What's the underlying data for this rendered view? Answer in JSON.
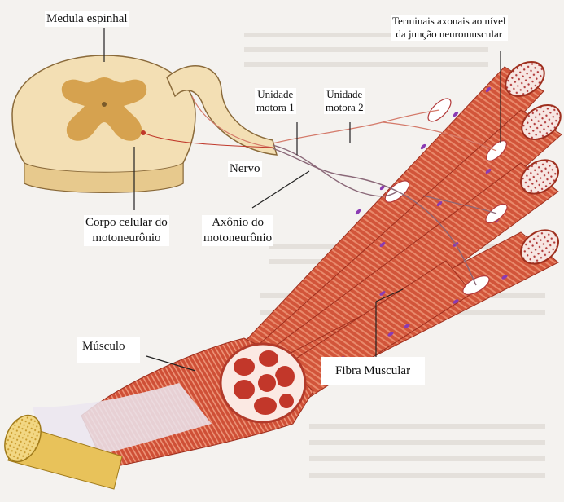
{
  "labels": {
    "spinal_cord": "Medula espinhal",
    "axon_terminals": {
      "line1": "Terminais axonais ao nível",
      "line2": "da junção neuromuscular"
    },
    "motor_unit_1": {
      "line1": "Unidade",
      "line2": "motora 1"
    },
    "motor_unit_2": {
      "line1": "Unidade",
      "line2": "motora 2"
    },
    "nerve": "Nervo",
    "cell_body": {
      "line1": "Corpo celular do",
      "line2": "motoneurônio"
    },
    "axon": {
      "line1": "Axônio do",
      "line2": "motoneurônio"
    },
    "muscle": "Músculo",
    "muscle_fiber": "Fibra Muscular"
  },
  "colors": {
    "background": "#f4f2ef",
    "spinal_white_matter": "#f3dfb4",
    "spinal_gray_matter": "#d6a24f",
    "fiber_red": "#d2553a",
    "fiber_stripe": "#e98a6c",
    "nucleus": "#8a3bb3",
    "tendon": "#e8c25a",
    "nerve_line": "#7a5a6a"
  }
}
